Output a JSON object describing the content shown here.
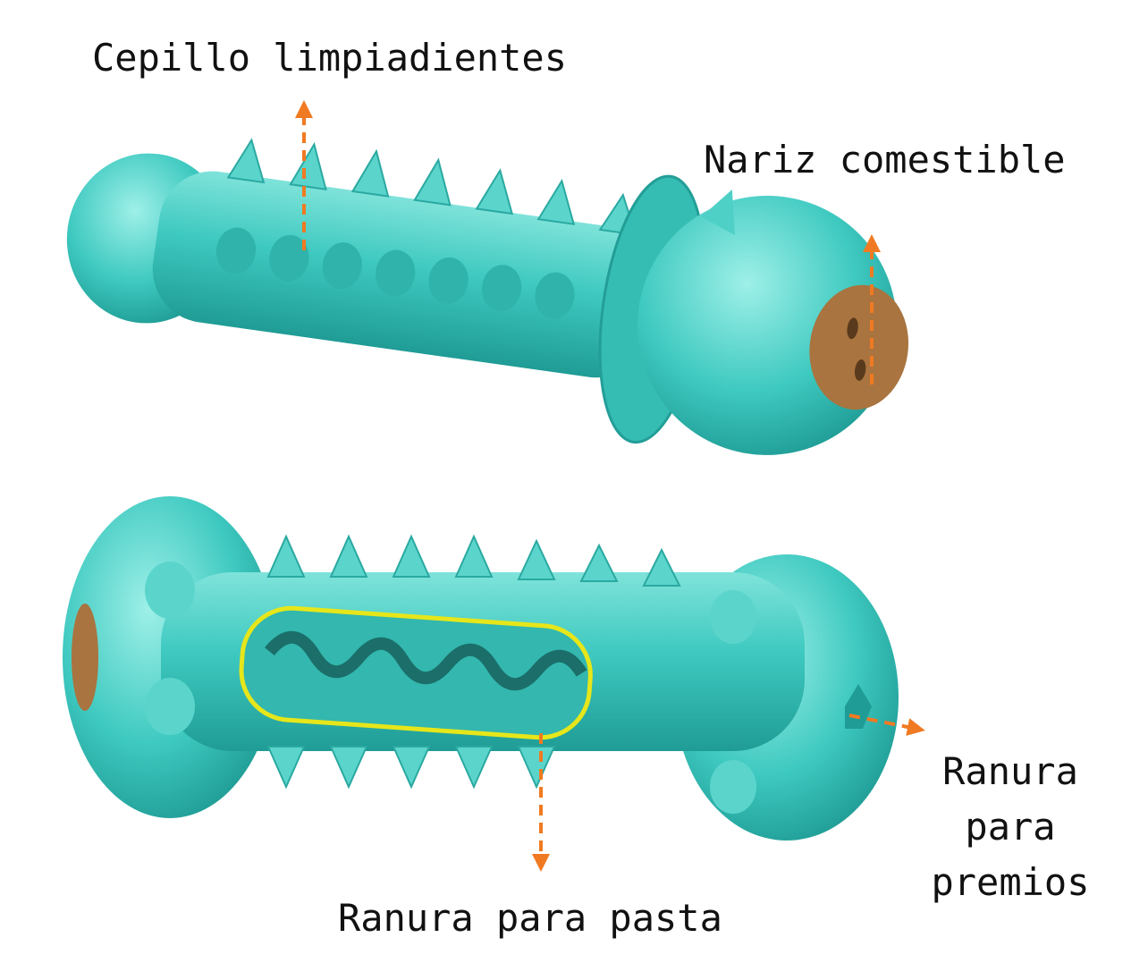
{
  "labels": {
    "brush": "Cepillo limpiadientes",
    "nose": "Nariz comestible",
    "treat_slot": [
      "Ranura",
      "para",
      "premios"
    ],
    "paste_slot": "Ranura para pasta"
  },
  "colors": {
    "toy": "#3ec9c0",
    "toy_dark": "#23a79f",
    "toy_light": "#8ee8df",
    "nose": "#a9743f",
    "arrow": "#f07a22",
    "highlight": "#e6e61a"
  }
}
